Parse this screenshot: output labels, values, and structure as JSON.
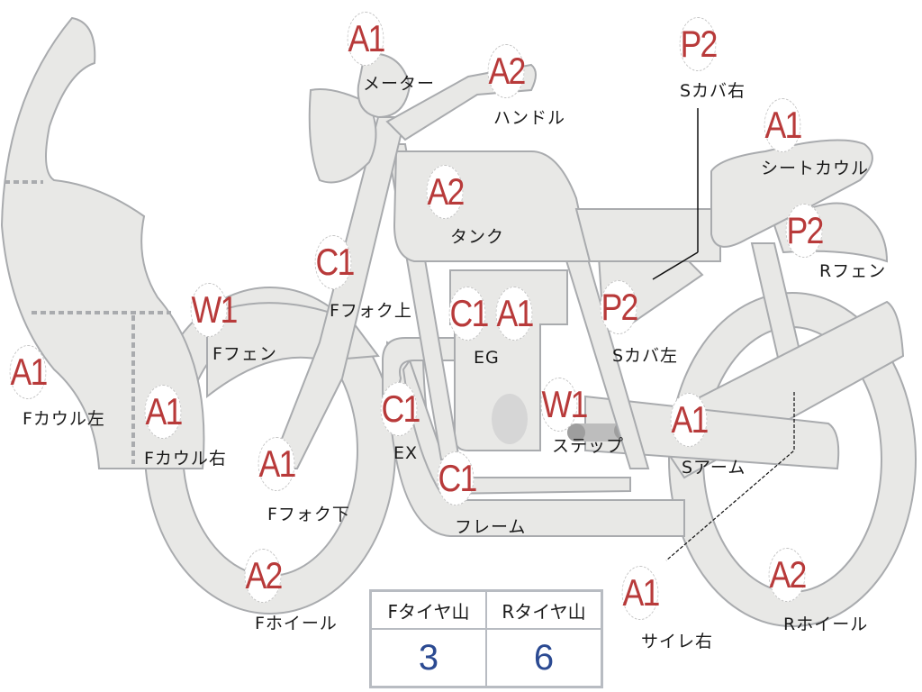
{
  "diagram": {
    "subject": "motorcycle parts damage map",
    "badge_color": "#b83a3a",
    "part_fill": "#e8e8e6",
    "value_color": "#2b4a92"
  },
  "parts": [
    {
      "code": "A1",
      "label": "メーター"
    },
    {
      "code": "A2",
      "label": "ハンドル"
    },
    {
      "code": "P2",
      "label": "Sカバ右"
    },
    {
      "code": "A1",
      "label": "シートカウル"
    },
    {
      "code": "A2",
      "label": "タンク"
    },
    {
      "code": "P2",
      "label": "Rフェン"
    },
    {
      "code": "C1",
      "label": "Fフォク上"
    },
    {
      "code": "W1",
      "label": "Fフェン"
    },
    {
      "code": "C1",
      "label": "EG"
    },
    {
      "code": "A1",
      "label": "EG"
    },
    {
      "code": "P2",
      "label": "Sカバ左"
    },
    {
      "code": "A1",
      "label": "Fカウル左"
    },
    {
      "code": "A1",
      "label": "Fカウル右"
    },
    {
      "code": "C1",
      "label": "EX"
    },
    {
      "code": "W1",
      "label": "ステップ"
    },
    {
      "code": "A1",
      "label": "Sアーム"
    },
    {
      "code": "A1",
      "label": "Fフォク下"
    },
    {
      "code": "C1",
      "label": "フレーム"
    },
    {
      "code": "A2",
      "label": "Fホイール"
    },
    {
      "code": "A1",
      "label": "サイレ右"
    },
    {
      "code": "A2",
      "label": "Rホイール"
    }
  ],
  "tire_table": {
    "headers": [
      "Fタイヤ山",
      "Rタイヤ山"
    ],
    "values": [
      "3",
      "6"
    ]
  }
}
